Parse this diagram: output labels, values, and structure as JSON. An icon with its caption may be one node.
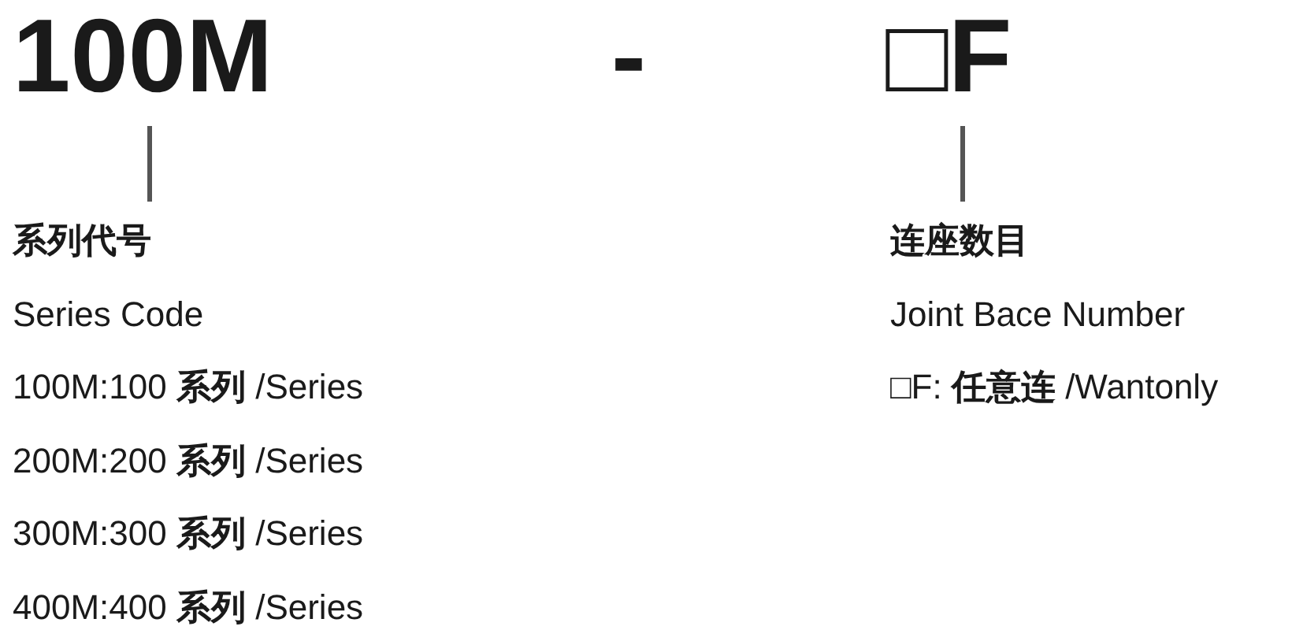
{
  "diagram": {
    "nodes": [
      {
        "text": [
          "100M"
        ]
      },
      {
        "text": [
          "□F"
        ]
      },
      {
        "text": [
          "系列代号",
          "Series Code",
          "100M:100 **系列** /Series",
          "200M:200 **系列** /Series",
          "300M:300 **系列** /Series",
          "400M:400 **系列** /Series"
        ]
      },
      {
        "text": [
          "连座数目",
          "Joint Bace Number",
          "□F: **任意连** /Wantonly"
        ]
      }
    ],
    "edges": [
      {
        "from": 0,
        "to": 2,
        "arrow": "none"
      },
      {
        "from": 1,
        "to": 3,
        "arrow": "none"
      }
    ],
    "labels": [
      "-"
    ]
  }
}
